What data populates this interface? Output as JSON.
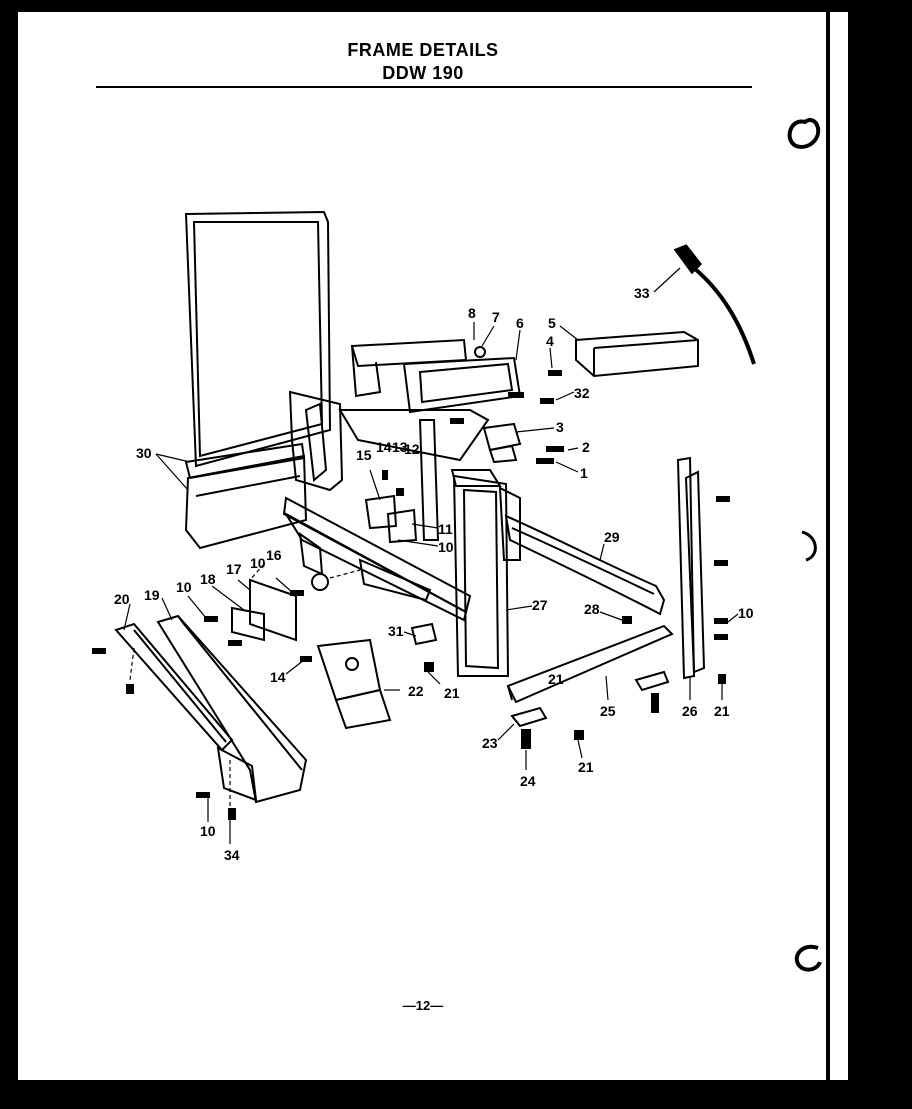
{
  "header": {
    "title": "FRAME DETAILS",
    "model": "DDW 190"
  },
  "diagram": {
    "callouts": [
      "1",
      "2",
      "3",
      "4",
      "5",
      "6",
      "7",
      "8",
      "10",
      "10",
      "10",
      "10",
      "10",
      "11",
      "12",
      "13",
      "14",
      "14",
      "15",
      "16",
      "17",
      "18",
      "19",
      "20",
      "21",
      "21",
      "21",
      "21",
      "22",
      "23",
      "24",
      "25",
      "26",
      "27",
      "28",
      "29",
      "30",
      "31",
      "32",
      "33",
      "34"
    ]
  },
  "footer": {
    "page_number": "—12—"
  }
}
